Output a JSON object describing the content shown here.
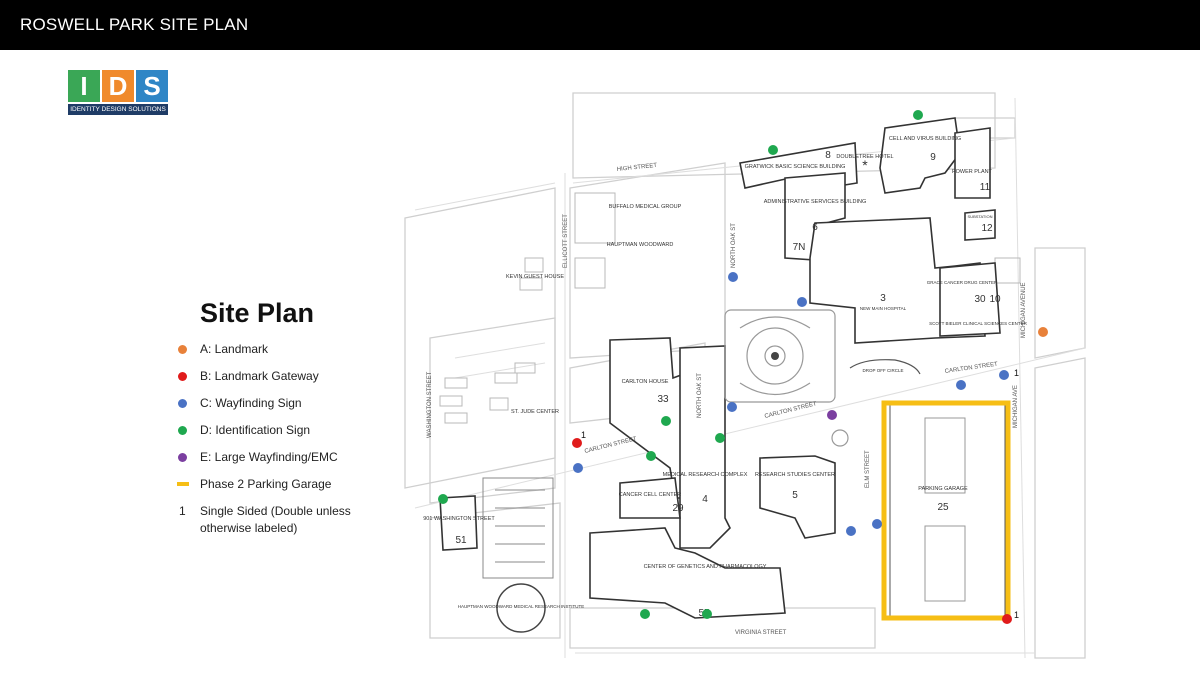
{
  "header": {
    "title": "ROSWELL PARK SITE PLAN"
  },
  "logo": {
    "letters": [
      "I",
      "D",
      "S"
    ],
    "colors": [
      "#3aa756",
      "#f08a2c",
      "#2f86c6"
    ],
    "tagline": "IDENTITY DESIGN SOLUTIONS"
  },
  "legend": {
    "title": "Site Plan",
    "items": [
      {
        "kind": "dot",
        "color": "#e8813a",
        "label": "A: Landmark"
      },
      {
        "kind": "dot",
        "color": "#e01b1b",
        "label": "B: Landmark Gateway"
      },
      {
        "kind": "dot",
        "color": "#4a72c4",
        "label": "C: Wayfinding Sign"
      },
      {
        "kind": "dot",
        "color": "#1fa84f",
        "label": "D: Identification Sign"
      },
      {
        "kind": "dot",
        "color": "#7b3fa0",
        "label": "E: Large Wayfinding/EMC"
      },
      {
        "kind": "bar",
        "color": "#f6be15",
        "label": "Phase 2 Parking Garage"
      },
      {
        "kind": "num",
        "symbol": "1",
        "label": "Single Sided (Double unless otherwise labeled)"
      }
    ]
  },
  "map": {
    "streets": {
      "high": "HIGH STREET",
      "ellicott": "ELLICOTT STREET",
      "north_oak_top": "NORTH OAK ST",
      "north_oak_mid": "NORTH OAK ST",
      "carlton_left": "CARLTON STREET",
      "carlton_mid": "CARLTON STREET",
      "carlton_right": "CARLTON STREET",
      "washington": "WASHINGTON STREET",
      "michigan_top": "MICHIGAN AVENUE",
      "michigan_bottom": "MICHIGAN AVE",
      "elm": "ELM STREET",
      "virginia": "VIRGINIA STREET"
    },
    "buildings": {
      "gratwick": {
        "name": "GRATWICK BASIC SCIENCE BUILDING",
        "num": "8"
      },
      "doubletree": {
        "name": "DOUBLETREE HOTEL"
      },
      "cell_virus": {
        "name": "CELL AND VIRUS BUILDING",
        "num": "9"
      },
      "power_plant": {
        "name": "POWER PLANT",
        "num": "11"
      },
      "substation": {
        "name": "SUBSTATION",
        "num": "12"
      },
      "buffalo_medical": {
        "name": "BUFFALO MEDICAL GROUP"
      },
      "hauptman_woodward_top": {
        "name": "HAUPTMAN WOODWARD"
      },
      "admin": {
        "name": "ADMINISTRATIVE SERVICES BUILDING",
        "num": "6"
      },
      "building_7n": {
        "num": "7N"
      },
      "kevin_guest": {
        "name": "KEVIN GUEST HOUSE"
      },
      "main_hospital": {
        "name": "NEW MAIN HOSPITAL",
        "num": "3"
      },
      "grace_cancer": {
        "name": "GRACE CANCER DRUG CENTER",
        "num": "30"
      },
      "building_10": {
        "num": "10"
      },
      "scott_bieler": {
        "name": "SCOTT BIELER CLINICAL SCIENCES CENTER"
      },
      "carlton_house": {
        "name": "CARLTON HOUSE",
        "num": "33"
      },
      "st_jude": {
        "name": "ST. JUDE CENTER"
      },
      "drop_off": {
        "name": "DROP OFF CIRCLE"
      },
      "medical_research": {
        "name": "MEDICAL RESEARCH COMPLEX",
        "num": "4"
      },
      "research_studies": {
        "name": "RESEARCH STUDIES CENTER",
        "num": "5"
      },
      "parking_garage": {
        "name": "PARKING GARAGE",
        "num": "25"
      },
      "cancer_cell": {
        "name": "CANCER CELL CENTER",
        "num": "29"
      },
      "washington_901": {
        "name": "901 WASHINGTON STREET",
        "num": "51"
      },
      "genetics": {
        "name": "CENTER OF GENETICS AND PHARMACOLOGY",
        "num": "55"
      },
      "hwmri": {
        "name": "HAUPTMAN WOODWARD MEDICAL RESEARCH INSTITUTE"
      }
    },
    "single_sided_marks": [
      "1",
      "1",
      "1"
    ],
    "markers": [
      {
        "type": "A",
        "color": "#e8813a"
      },
      {
        "type": "B",
        "color": "#e01b1b"
      },
      {
        "type": "B",
        "color": "#e01b1b"
      },
      {
        "type": "C",
        "color": "#4a72c4"
      },
      {
        "type": "C",
        "color": "#4a72c4"
      },
      {
        "type": "C",
        "color": "#4a72c4"
      },
      {
        "type": "C",
        "color": "#4a72c4"
      },
      {
        "type": "C",
        "color": "#4a72c4"
      },
      {
        "type": "C",
        "color": "#4a72c4"
      },
      {
        "type": "C",
        "color": "#4a72c4"
      },
      {
        "type": "C",
        "color": "#4a72c4"
      },
      {
        "type": "D",
        "color": "#1fa84f"
      },
      {
        "type": "D",
        "color": "#1fa84f"
      },
      {
        "type": "D",
        "color": "#1fa84f"
      },
      {
        "type": "D",
        "color": "#1fa84f"
      },
      {
        "type": "D",
        "color": "#1fa84f"
      },
      {
        "type": "D",
        "color": "#1fa84f"
      },
      {
        "type": "D",
        "color": "#1fa84f"
      },
      {
        "type": "D",
        "color": "#1fa84f"
      },
      {
        "type": "E",
        "color": "#7b3fa0"
      }
    ]
  }
}
